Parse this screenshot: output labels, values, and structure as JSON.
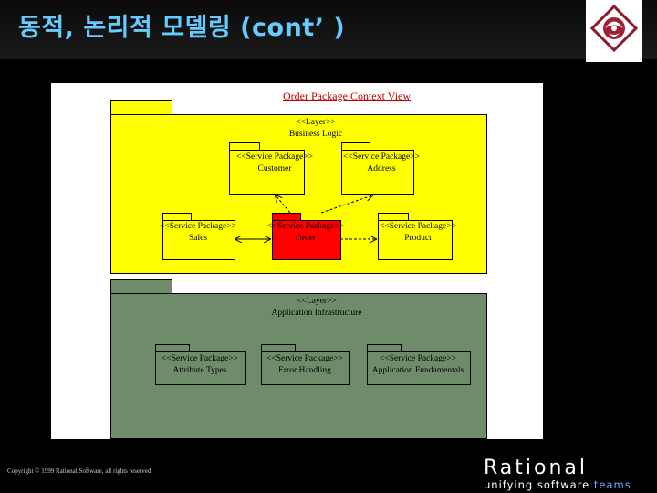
{
  "slide": {
    "title": "동적, 논리적 모델링 (cont’ )"
  },
  "diagram": {
    "title": "Order Package Context View",
    "layers": [
      {
        "stereotype": "<<Layer>>",
        "name": "Business Logic"
      },
      {
        "stereotype": "<<Layer>>",
        "name": "Application Infrastructure"
      }
    ],
    "packages": {
      "customer": {
        "stereotype": "<<Service Package>>",
        "name": "Customer"
      },
      "address": {
        "stereotype": "<<Service Package>>",
        "name": "Address"
      },
      "sales": {
        "stereotype": "<<Service Package>>",
        "name": "Sales"
      },
      "order": {
        "stereotype": "<<Service Package>>",
        "name": "Order"
      },
      "product": {
        "stereotype": "<<Service Package>>",
        "name": "Product"
      },
      "attribute_types": {
        "stereotype": "<<Service Package>>",
        "name": "Attribute Types"
      },
      "error_handling": {
        "stereotype": "<<Service Package>>",
        "name": "Error Handling"
      },
      "app_fundamentals": {
        "stereotype": "<<Service Package>>",
        "name": "Application Fundamentals"
      }
    },
    "colors": {
      "business_layer": "#ffff00",
      "infrastructure_layer": "#6e8b6a",
      "order_package": "#ff0000",
      "title_text": "#c00000"
    }
  },
  "footer": {
    "copyright": "Copyright © 1999 Rational Software, all rights reserved",
    "brand_name": "Rational",
    "brand_tagline": "unifying software",
    "brand_tagline_accent": "teams"
  },
  "logo": {
    "icon": "rational-rose-logo-icon"
  }
}
